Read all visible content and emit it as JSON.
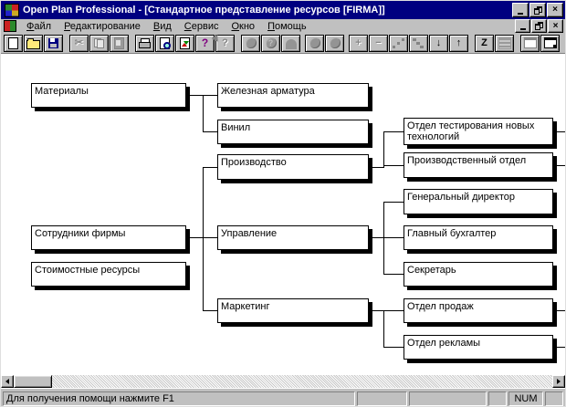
{
  "window": {
    "title": "Open Plan Professional - [Стандартное представление ресурсов [FIRMA]]",
    "icons": {
      "close": "×"
    }
  },
  "menu": {
    "items": [
      "Файл",
      "Редактирование",
      "Вид",
      "Сервис",
      "Окно",
      "Помощь"
    ]
  },
  "toolbar": {
    "glyphs": {
      "cut": "✂",
      "help": "?",
      "context_help": "?",
      "plus": "+",
      "minus": "−",
      "down": "↓",
      "up": "↑",
      "z": "Z"
    }
  },
  "diagram": {
    "nodes": {
      "materials": "Материалы",
      "iron": "Железная арматура",
      "vinyl": "Винил",
      "production": "Производство",
      "management": "Управление",
      "marketing": "Маркетинг",
      "employees": "Сотрудники фирмы",
      "cost": "Стоимостные ресурсы",
      "testing": "Отдел тестирования новых технологий",
      "prod_dept": "Производственный отдел",
      "director": "Генеральный директор",
      "accountant": "Главный бухгалтер",
      "secretary": "Секретарь",
      "sales": "Отдел продаж",
      "advertising": "Отдел рекламы"
    }
  },
  "statusbar": {
    "message": "Для получения помощи нажмите F1",
    "num": "NUM"
  }
}
